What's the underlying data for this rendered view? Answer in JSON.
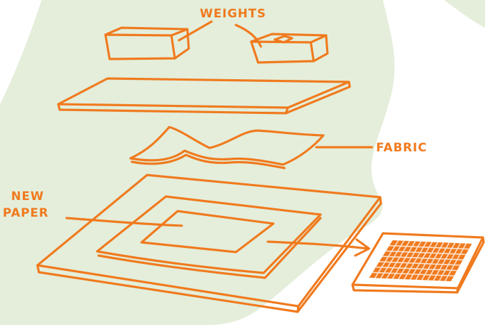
{
  "colors": {
    "background": "#ffffff",
    "backdrop": "#e4eedb",
    "ink": "#f07a1e"
  },
  "labels": {
    "weights": "WEIGHTS",
    "fabric": "FABRIC",
    "new_paper_line1": "NEW",
    "new_paper_line2": "PAPER"
  }
}
